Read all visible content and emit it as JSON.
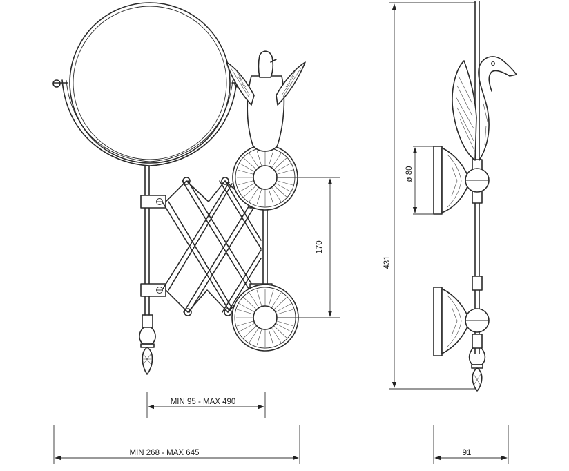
{
  "dimensions": {
    "arm_extension": "MIN 95   -   MAX 490",
    "total_width": "MIN 268   -   MAX 645",
    "mount_spacing": "170",
    "total_height": "431",
    "rosette_diameter": "ø 80",
    "depth": "91"
  }
}
